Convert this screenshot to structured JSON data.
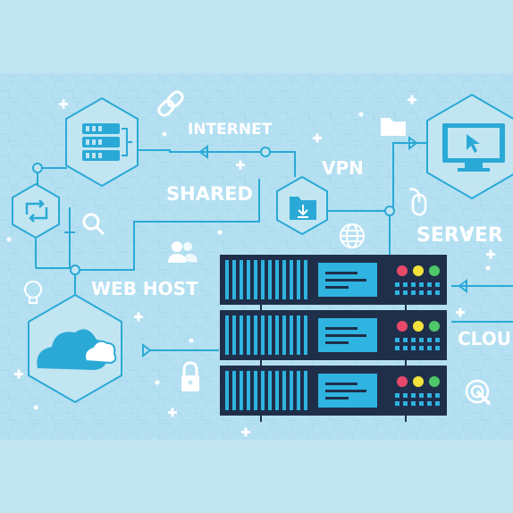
{
  "labels": {
    "internet": "INTERNET",
    "vpn": "VPN",
    "shared": "SHARED",
    "server": "SERVER",
    "web_host": "WEB HOST",
    "cloud": "CLOU"
  },
  "colors": {
    "background": "#c2e5f2",
    "band": "#aee0f1",
    "line": "#2aa9d6",
    "rack": "#1f2f4a",
    "vents": "#2fb3e0",
    "led_red": "#e8486a",
    "led_yellow": "#f2e23a",
    "led_green": "#4fc86a"
  },
  "icons": [
    "server-stack-icon",
    "monitor-cursor-icon",
    "cloud-icon",
    "folder-download-icon",
    "sync-icon",
    "link-icon",
    "search-icon",
    "users-icon",
    "globe-icon",
    "folder-icon",
    "lock-icon",
    "bulb-icon",
    "mouse-icon",
    "touch-icon"
  ]
}
